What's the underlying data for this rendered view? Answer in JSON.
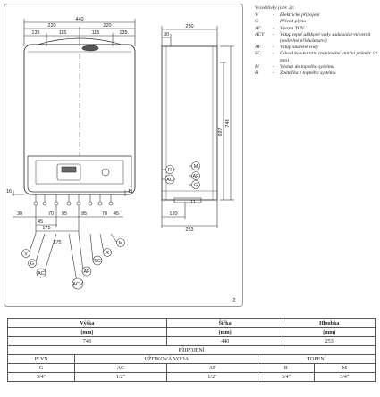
{
  "front_view": {
    "dims_top": {
      "overall": "440",
      "left": "220",
      "right": "220",
      "a": "135",
      "b": "115",
      "c": "115",
      "d": "135"
    },
    "dims_bottom": {
      "d30": "30",
      "d45": "45",
      "d70a": "70",
      "d95a": "95",
      "d95b": "95",
      "d70b": "70",
      "d45b": "45",
      "d175": "175",
      "d275": "275"
    },
    "dims_side": {
      "left_small": "16",
      "right_small": "11"
    },
    "connections": [
      "V",
      "G",
      "AC",
      "ACV",
      "AF",
      "SC",
      "R",
      "M"
    ]
  },
  "side_view": {
    "dims": {
      "depth": "250",
      "top": "30",
      "height_inner": "697",
      "height_total": "748",
      "bottom": "11",
      "offset": "120",
      "depth_bottom": "253"
    },
    "connections_left": [
      "R",
      "AC"
    ],
    "connections_right": [
      "M",
      "AF",
      "G"
    ]
  },
  "page_number": "2",
  "legend": {
    "title": "Vysvětlivky (obr. 2):",
    "items": [
      {
        "code": "V",
        "desc": "Elektrické připojení"
      },
      {
        "code": "G",
        "desc": "Přívod plynu"
      },
      {
        "code": "AC",
        "desc": "Výstup TUV"
      },
      {
        "code": "ACV",
        "desc": "Vstup teplé užitkové vody sada solár-ní ventil (volitelné příslušenství)"
      },
      {
        "code": "AF",
        "desc": "Vstup studené vody"
      },
      {
        "code": "SC",
        "desc": "Odvod kondenzátu (minimální vnitřní průměr 13 mm)"
      },
      {
        "code": "M",
        "desc": "Výstup do topného systému"
      },
      {
        "code": "R",
        "desc": "Zpátečka z topného systému"
      }
    ]
  },
  "table": {
    "vyska_label": "Výška",
    "sirka_label": "Šířka",
    "hloubka_label": "Hloubka",
    "unit_mm": "(mm)",
    "vyska": "748",
    "sirka": "440",
    "hloubka": "253",
    "pripojeni": "PŘIPOJENÍ",
    "plyn": "PLYN",
    "uzitkova_voda": "UŽITKOVÁ VODA",
    "topeni": "TOPENÍ",
    "g": "G",
    "ac": "AC",
    "af": "AF",
    "r": "R",
    "m": "M",
    "g_val": "3/4\"",
    "ac_val": "1/2\"",
    "af_val": "1/2\"",
    "r_val": "3/4\"",
    "m_val": "3/4\""
  },
  "colors": {
    "line": "#333333",
    "frame": "#9a9a9a"
  }
}
